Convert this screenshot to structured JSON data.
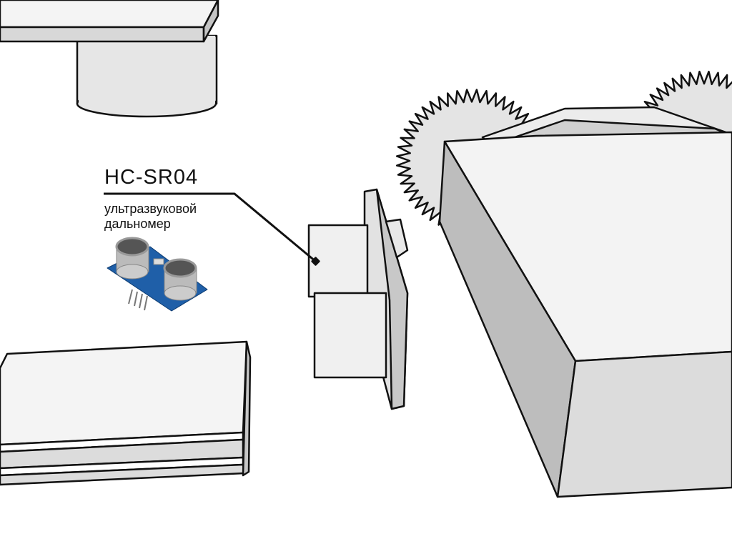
{
  "label": {
    "title": "HC-SR04",
    "subtitle_line1": "ультразвуковой",
    "subtitle_line2": "дальномер"
  },
  "colors": {
    "outline": "#111111",
    "face_light": "#f2f2f2",
    "face_mid": "#dcdcdc",
    "face_dark": "#bdbdbd",
    "pcb": "#1f5fa8"
  }
}
